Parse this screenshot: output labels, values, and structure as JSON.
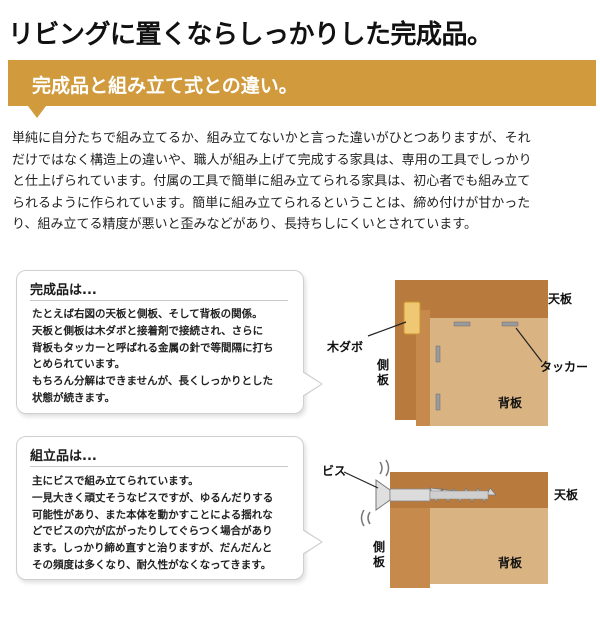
{
  "page_title": "リビングに置くならしっかりした完成品。",
  "banner": {
    "text": "完成品と組み立て式との違い。",
    "color": "#d09a3d"
  },
  "intro_lines": [
    "単純に自分たちで組み立てるか、組み立てないかと言った違いがひとつありますが、それ",
    "だけではなく構造上の違いや、職人が組み上げて完成する家具は、専用の工具でしっかり",
    "と仕上げられています。付属の工具で簡単に組み立てられる家具は、初心者でも組み立て",
    "られるように作られています。簡単に組み立てられるということは、締め付けが甘かった",
    "り、組み立てる精度が悪いと歪みなどがあり、長持ちしにくいとされています。"
  ],
  "finished": {
    "title": "完成品は...",
    "lines": [
      "たとえば右図の天板と側板、そして背板の関係。",
      "天板と側板は木ダボと接着剤で接続され、さらに",
      "背板もタッカーと呼ばれる金属の針で等間隔に打ち",
      "とめられています。",
      "もちろん分解はできませんが、長くしっかりとした",
      "状態が続きます。"
    ],
    "diagram": {
      "label_top_board": "天板",
      "label_dowel": "木ダボ",
      "label_side_1": "側",
      "label_side_2": "板",
      "label_tacker": "タッカー",
      "label_back_board": "背板"
    }
  },
  "assembly": {
    "title": "組立品は...",
    "lines": [
      "主にビスで組み立てられています。",
      "一見大きく頑丈そうなビスですが、ゆるんだりする",
      "可能性があり、また本体を動かすことによる揺れな",
      "どでビスの穴が広がったりしてぐらつく場合があり",
      "ます。しっかり締め直すと治りますが、だんだんと",
      "その頻度は多くなり、耐久性がなくなってきます。"
    ],
    "diagram": {
      "label_screw": "ビス",
      "label_top_board": "天板",
      "label_side_1": "側",
      "label_side_2": "板",
      "label_back_board": "背板"
    }
  },
  "colors": {
    "wood_dark": "#b97a3e",
    "wood_light": "#d9b482",
    "dowel": "#f0c873",
    "staple": "#9a9a9a"
  }
}
